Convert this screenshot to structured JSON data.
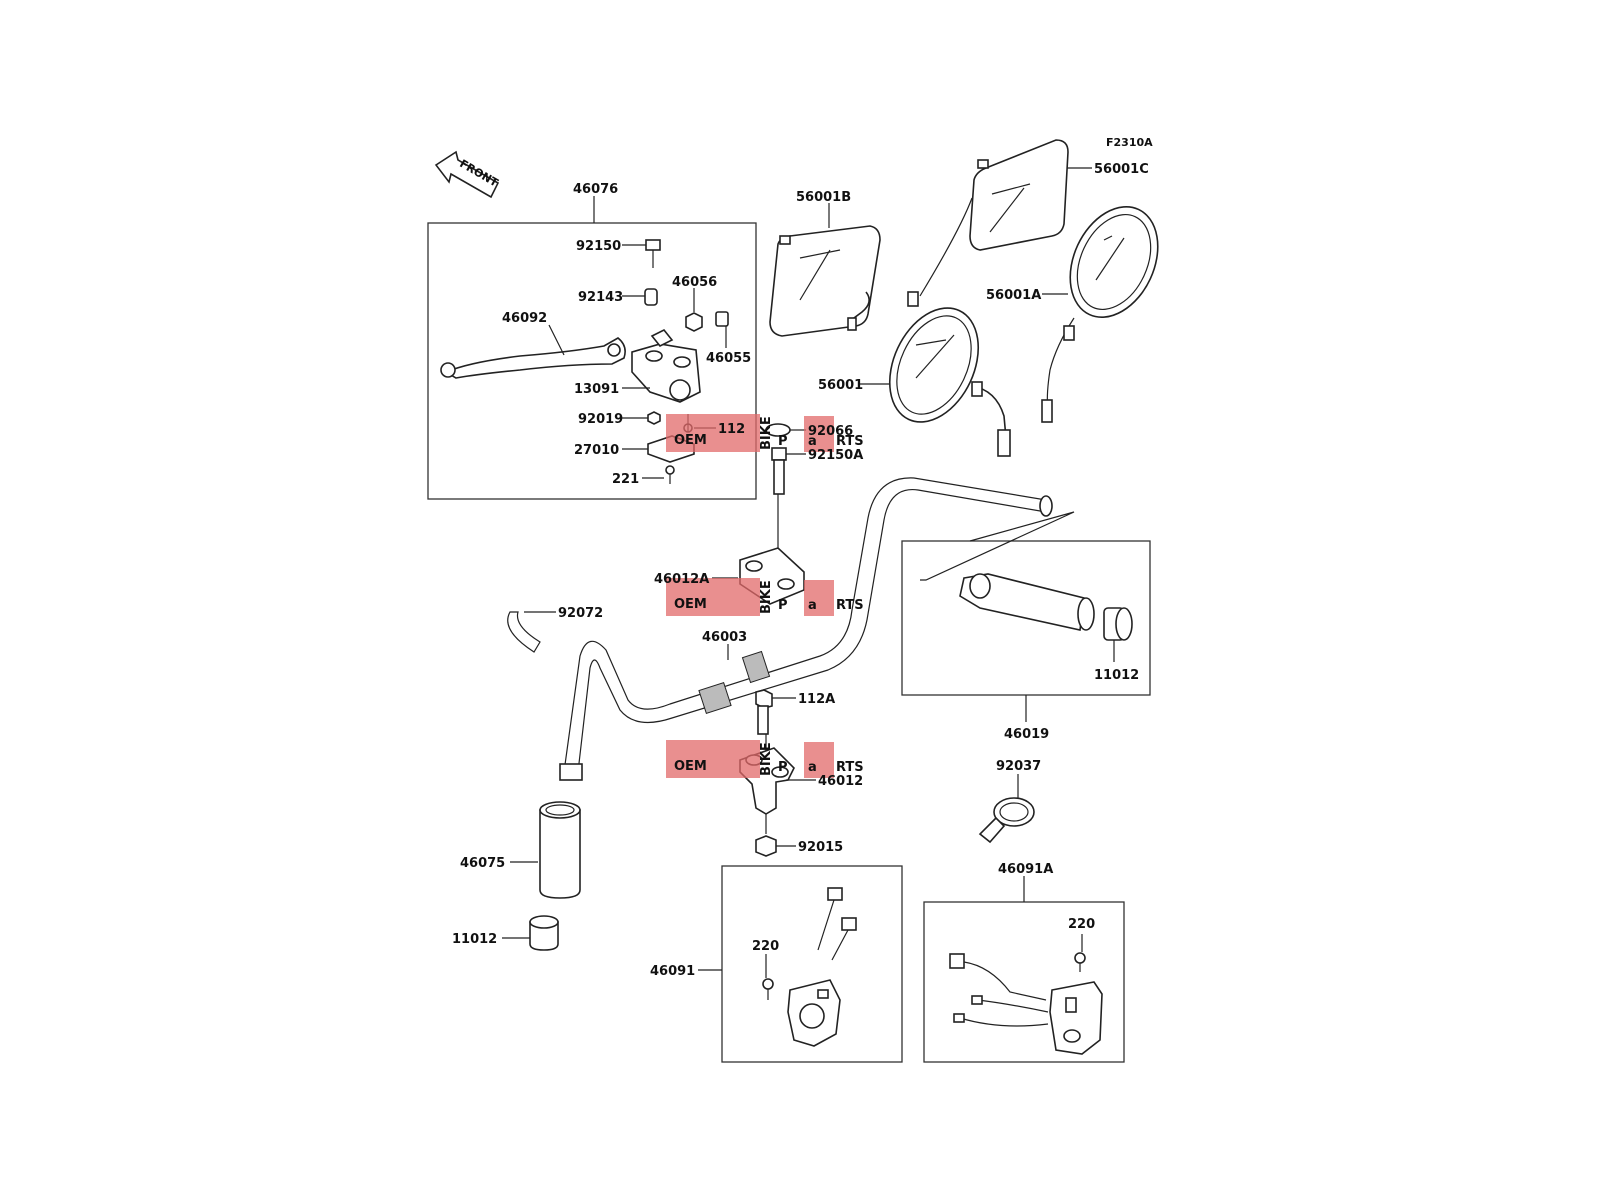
{
  "figure_code": "F2310A",
  "front_label": "FRONT",
  "watermark": {
    "oem": "OEM",
    "bike": "BIKE",
    "brand_pre": "P",
    "brand_mid": "a",
    "brand_post": "RTS",
    "color": "#e26a6a"
  },
  "labels": {
    "l46076": "46076",
    "l92150": "92150",
    "l46056": "46056",
    "l92143": "92143",
    "l46092": "46092",
    "l46055": "46055",
    "l13091": "13091",
    "l92019": "92019",
    "l112": "112",
    "l27010": "27010",
    "l221": "221",
    "l56001B": "56001B",
    "l56001C": "56001C",
    "l56001A": "56001A",
    "l56001": "56001",
    "l92066": "92066",
    "l92150A": "92150A",
    "l46012A": "46012A",
    "l92072": "92072",
    "l46003": "46003",
    "l112A": "112A",
    "l46012": "46012",
    "l92015": "92015",
    "l46075": "46075",
    "l11012a": "11012",
    "l11012b": "11012",
    "l46019": "46019",
    "l92037": "92037",
    "l46091": "46091",
    "l220a": "220",
    "l46091A": "46091A",
    "l220b": "220"
  }
}
